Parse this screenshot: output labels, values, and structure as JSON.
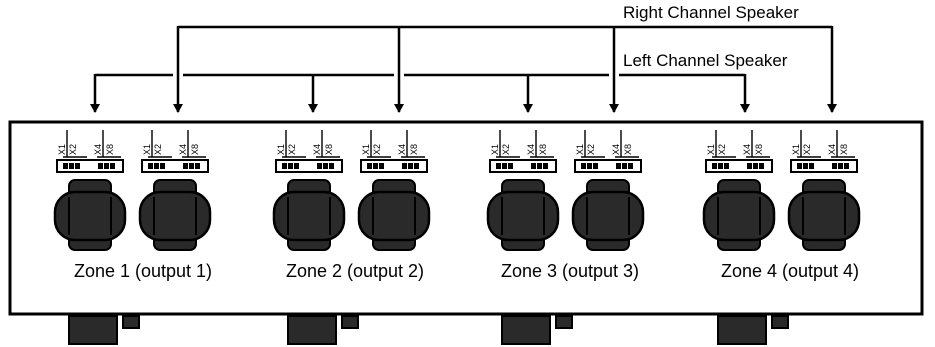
{
  "channels": {
    "right": {
      "label": "Right Channel Speaker"
    },
    "left": {
      "label": "Left Channel Speaker"
    }
  },
  "jumper_labels": [
    "X1",
    "X2",
    "X4",
    "X8"
  ],
  "zones": [
    {
      "label": "Zone 1 (output 1)"
    },
    {
      "label": "Zone 2 (output 2)"
    },
    {
      "label": "Zone 3 (output 3)"
    },
    {
      "label": "Zone 4 (output 4)"
    }
  ],
  "colors": {
    "line": "#000000",
    "background": "#ffffff",
    "connector_fill": "#2a2a2a"
  }
}
